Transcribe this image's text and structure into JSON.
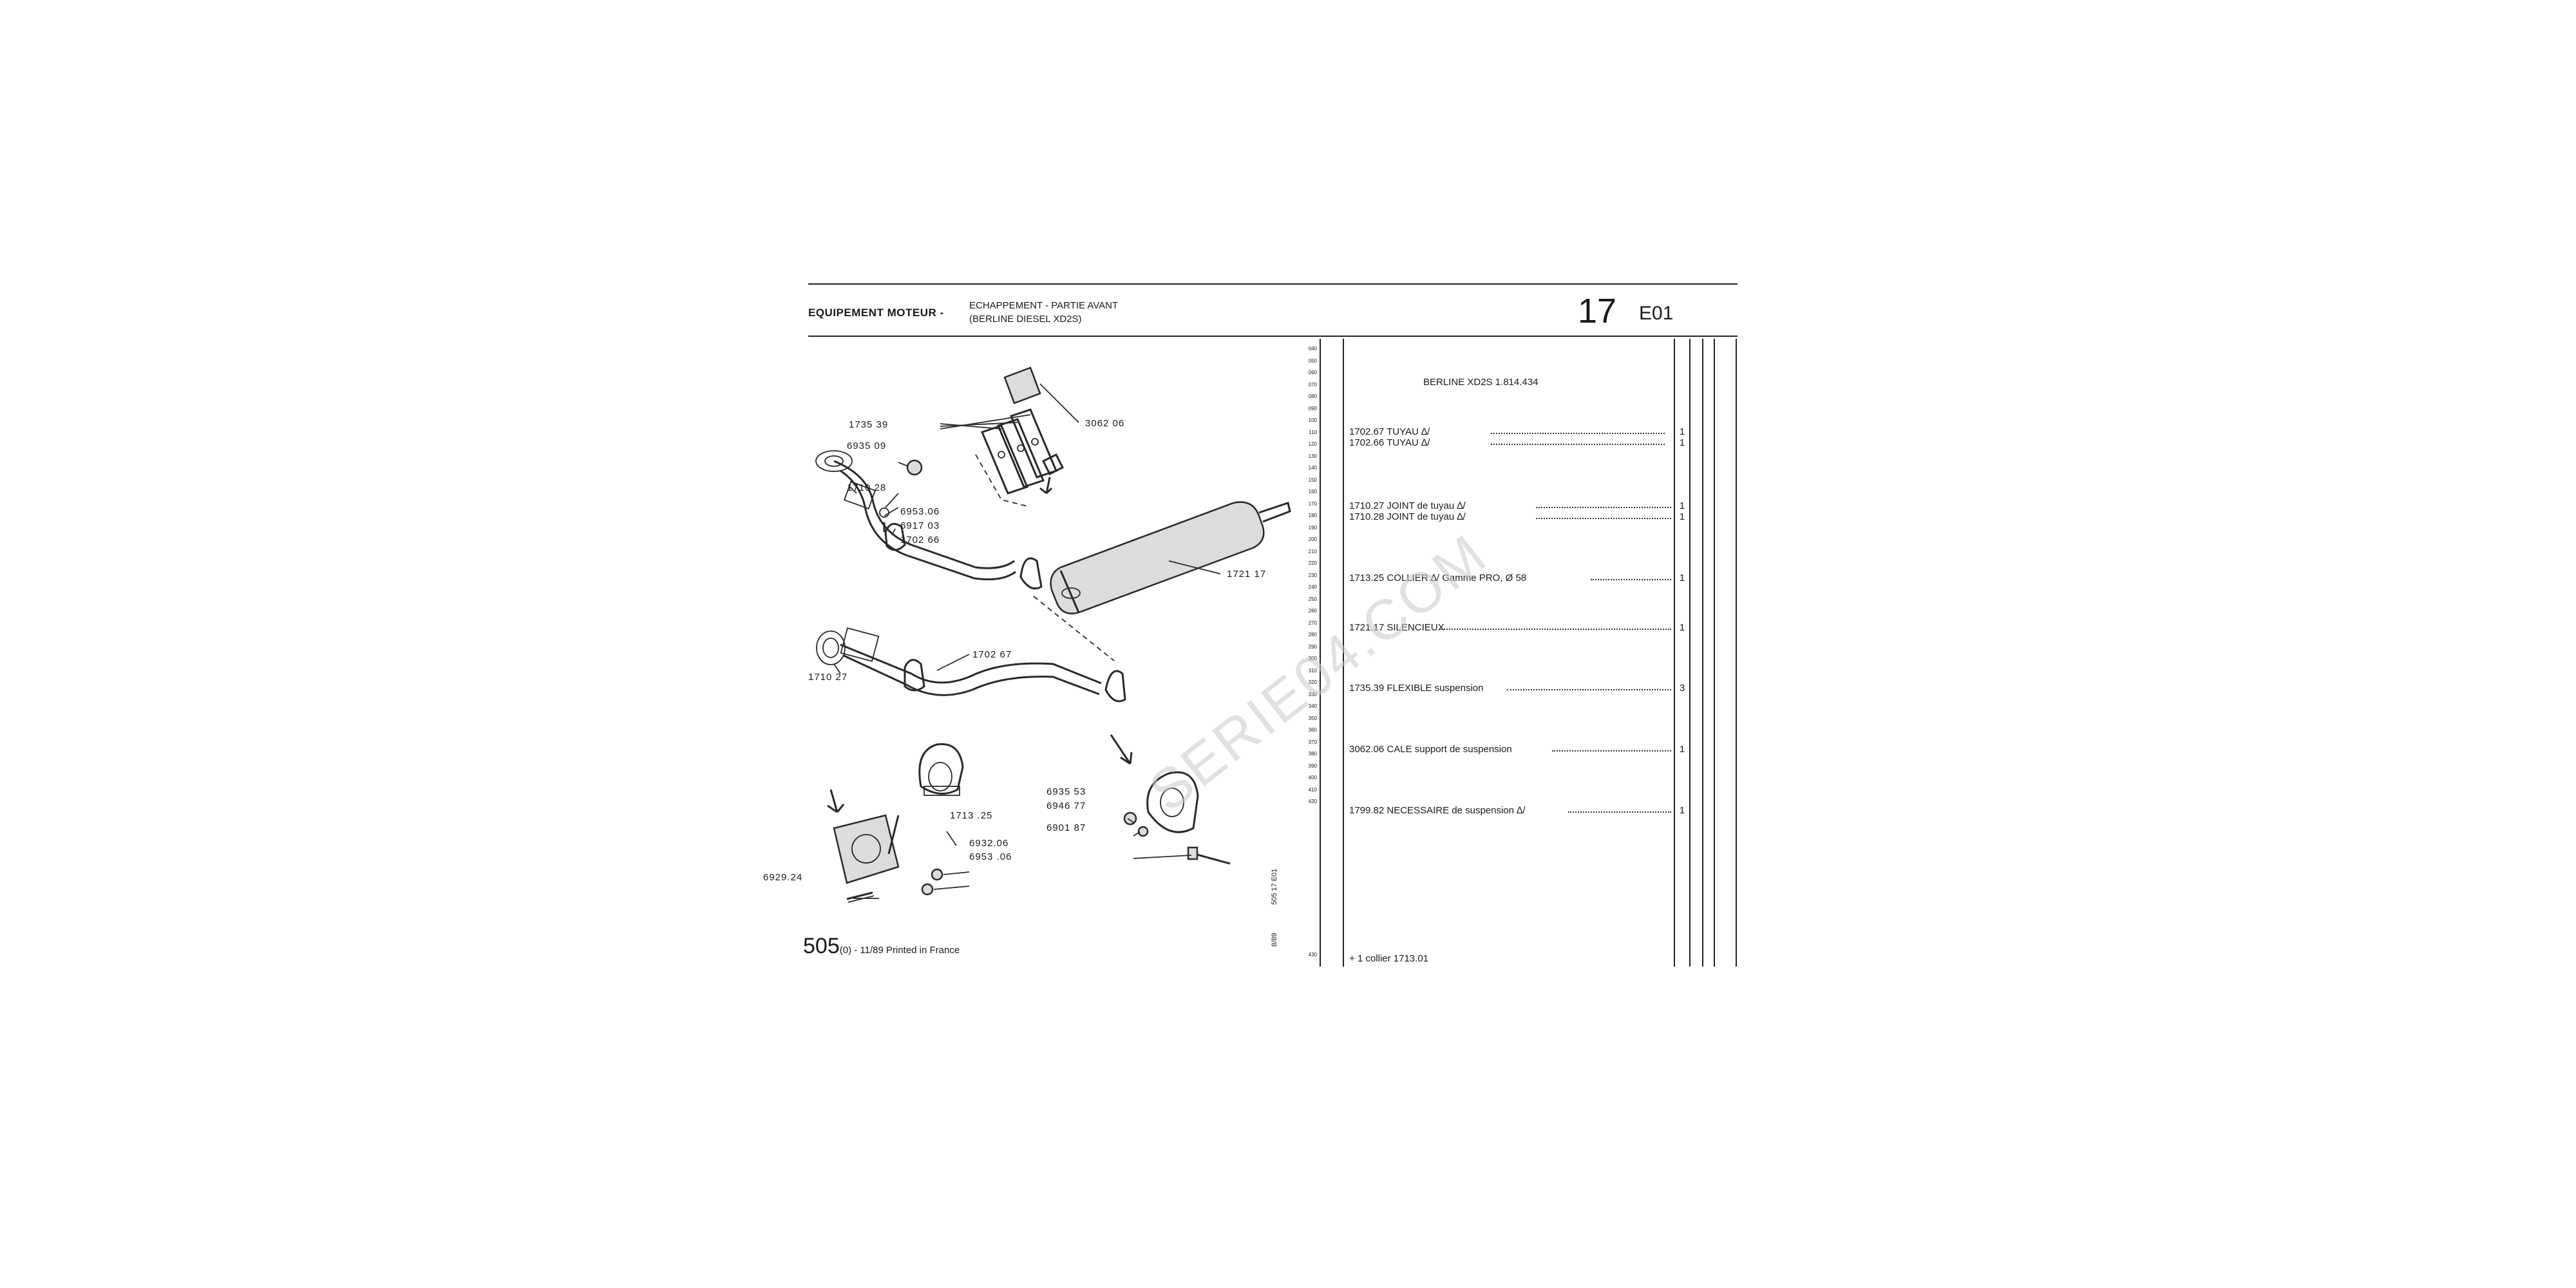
{
  "header": {
    "section": "EQUIPEMENT MOTEUR -",
    "subtitle_line1": "ECHAPPEMENT - PARTIE AVANT",
    "subtitle_line2": "(BERLINE DIESEL XD2S)",
    "page_number": "17",
    "plate": "E01"
  },
  "callouts": [
    {
      "id": "c-173539",
      "label": "1735 39"
    },
    {
      "id": "c-306206",
      "label": "3062 06"
    },
    {
      "id": "c-693509",
      "label": "6935 09"
    },
    {
      "id": "c-171028",
      "label": "1710 28"
    },
    {
      "id": "c-695306a",
      "label": "6953.06"
    },
    {
      "id": "c-691703",
      "label": "6917 03"
    },
    {
      "id": "c-170266",
      "label": "1702 66"
    },
    {
      "id": "c-172117",
      "label": "1721 17"
    },
    {
      "id": "c-170267",
      "label": "1702 67"
    },
    {
      "id": "c-171027",
      "label": "1710 27"
    },
    {
      "id": "c-693553",
      "label": "6935 53"
    },
    {
      "id": "c-694677",
      "label": "6946 77"
    },
    {
      "id": "c-690187",
      "label": "6901 87"
    },
    {
      "id": "c-171325",
      "label": "1713 .25"
    },
    {
      "id": "c-693206",
      "label": "6932.06"
    },
    {
      "id": "c-695306b",
      "label": "6953 .06"
    },
    {
      "id": "c-692924",
      "label": "6929.24"
    }
  ],
  "scale_numbers": [
    "040",
    "050",
    "060",
    "070",
    "080",
    "090",
    "100",
    "110",
    "120",
    "130",
    "140",
    "150",
    "160",
    "170",
    "180",
    "190",
    "200",
    "210",
    "220",
    "230",
    "240",
    "250",
    "260",
    "270",
    "280",
    "290",
    "300",
    "310",
    "320",
    "330",
    "340",
    "350",
    "360",
    "370",
    "380",
    "390",
    "400",
    "410",
    "420"
  ],
  "scale_bottom": "430",
  "vertical_code": "505 17 E01",
  "vertical_date": "8/89",
  "parts_header": "BERLINE  XD2S  1.814.434",
  "parts": [
    {
      "line": "1702.67 TUYAU ∆/",
      "qty": "1"
    },
    {
      "line": "1702.66 TUYAU ∆/",
      "qty": "1"
    },
    {
      "line": "1710.27 JOINT de tuyau  ∆/",
      "qty": "1"
    },
    {
      "line": "1710.28 JOINT de tuyau  ∆/",
      "qty": "1"
    },
    {
      "line": "1713.25 COLLIER  ∆/  Gamme PRO,  Ø  58",
      "qty": "1"
    },
    {
      "line": "1721.17 SILENCIEUX",
      "qty": "1"
    },
    {
      "line": "1735.39 FLEXIBLE suspension",
      "qty": "3"
    },
    {
      "line": "3062.06 CALE support de suspension",
      "qty": "1"
    },
    {
      "line": "1799.82 NECESSAIRE de suspension  ∆/",
      "qty": "1"
    }
  ],
  "footnote": "+ 1 collier 1713.01",
  "footer": {
    "code": "505",
    "text": "(0) - 11/89 Printed in France"
  },
  "watermark": "SERIE04.COM"
}
